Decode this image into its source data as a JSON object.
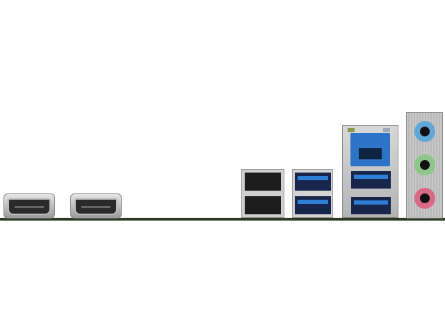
{
  "colors": {
    "pcb": "#2b3a22",
    "usb3_blue": "#2f7fd6",
    "line_in": "#5fa8d8",
    "line_out": "#8cc68a",
    "mic_in": "#d86a86"
  },
  "ports": [
    "hdmi",
    "hdmi",
    "usb2-stack",
    "usb3-stack",
    "lan-usb3-stack",
    "audio-jacks"
  ]
}
